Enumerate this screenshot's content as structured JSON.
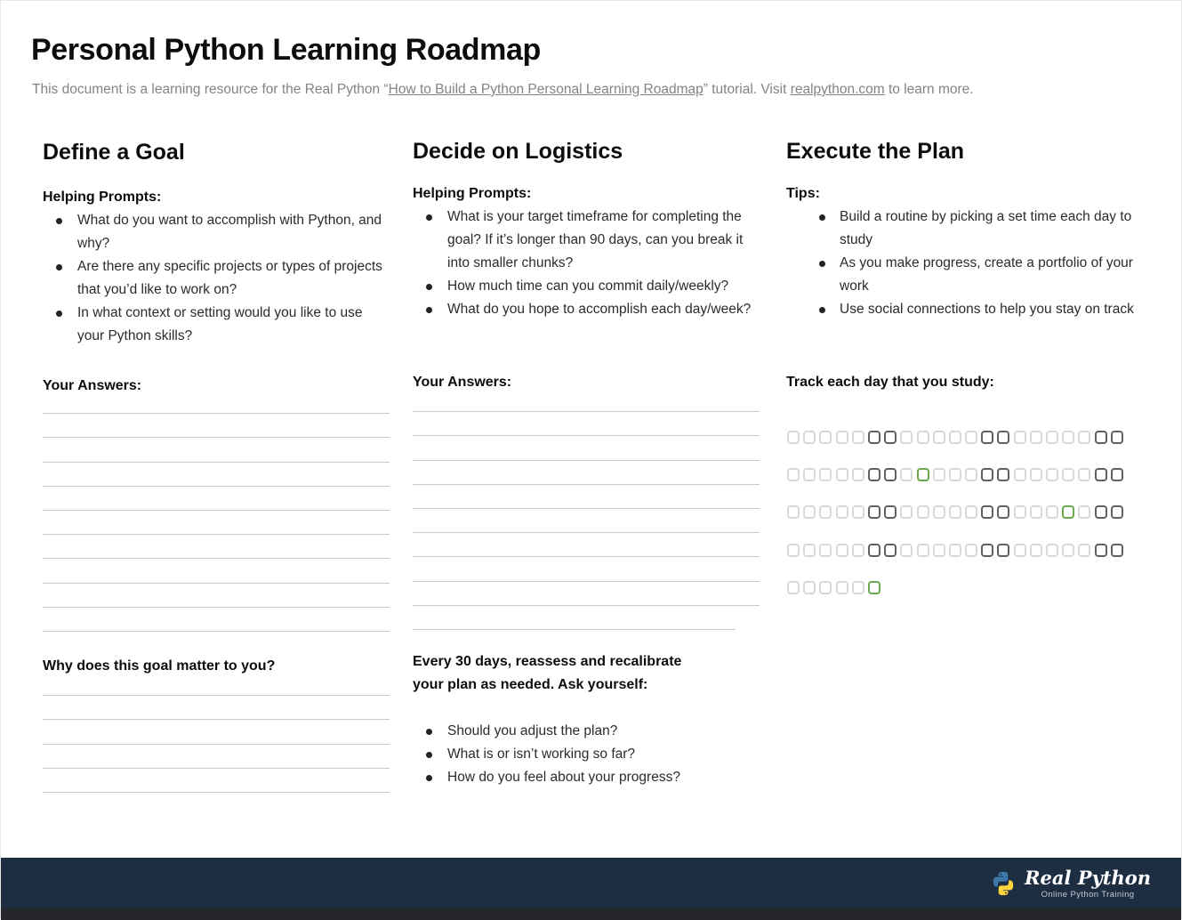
{
  "header": {
    "title": "Personal Python Learning Roadmap",
    "subtitle": {
      "prefix": "This document is a learning resource for the Real Python “",
      "tutorial_link": "How to Build a Python Personal Learning Roadmap",
      "middle": "” tutorial. Visit  ",
      "site_link": "realpython.com",
      "suffix": " to learn more."
    }
  },
  "columns": [
    {
      "heading": "Define a Goal",
      "prompts_label": "Helping Prompts:",
      "prompts": [
        "What do you want to accomplish with Python, and why?",
        "Are there any specific projects or types of projects that you’d like to work on?",
        "In what context or setting would you like to use your Python skills?"
      ],
      "answers_label": "Your Answers:",
      "answer_line_count": 10,
      "second_label": "Why does this goal matter to you?",
      "second_line_count": 5
    },
    {
      "heading": "Decide on Logistics",
      "prompts_label": "Helping Prompts:",
      "prompts": [
        "What is your target timeframe for completing the goal?  If it’s longer than 90 days, can you break it into smaller chunks?",
        "How much time can you commit daily/weekly?",
        "What do you hope to accomplish each day/week?"
      ],
      "answers_label": "Your Answers:",
      "answer_line_count": 10,
      "reassess_heading": "Every 30 days, reassess and recalibrate your plan as needed. Ask yourself:",
      "reassess_bullets": [
        "Should you adjust the plan?",
        "What is or isn’t working so far?",
        "How do you feel about your progress?"
      ]
    },
    {
      "heading": "Execute the Plan",
      "tips_label": "Tips:",
      "tips": [
        "Build a routine by picking a set time each day to study",
        "As you make progress, create a portfolio of your work",
        "Use social connections to help you stay on track"
      ],
      "tracker_label": "Track each day that you study:",
      "tracker": {
        "total_days": 90,
        "rows": [
          21,
          21,
          21,
          21,
          6
        ],
        "weekend_rule": "days where day mod 7 is 6 or 0 have dark borders",
        "milestone_days": [
          30,
          60,
          90
        ],
        "colors": {
          "weekday_border": "#d8d8d8",
          "weekend_border": "#606060",
          "milestone_border": "#6aa84f"
        }
      }
    }
  ],
  "footer": {
    "brand": "Real Python",
    "tagline": "Online Python Training",
    "colors": {
      "bar": "#1e2e42",
      "bottom_strip": "#26272b",
      "python_blue": "#3c79aa",
      "python_yellow": "#ffd43b"
    }
  }
}
